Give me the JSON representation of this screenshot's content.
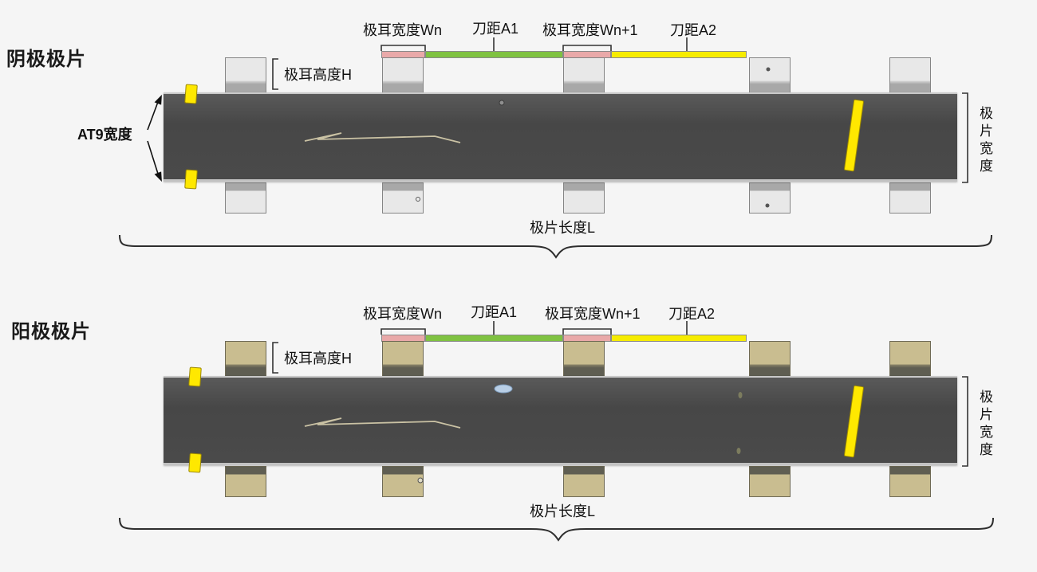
{
  "colors": {
    "background": "#f5f5f5",
    "electrode_strip": "#4a4a4a",
    "cathode_tab": "#e8e8e8",
    "cathode_tab_base": "#a8a8a8",
    "anode_tab": "#c9bd90",
    "anode_tab_base": "#5f5e52",
    "tab_width_bar": "#e9a9a9",
    "blade_pitch_a1_bar": "#7fc241",
    "blade_pitch_a2_bar": "#f6ec00",
    "defect_marker": "#ffe800"
  },
  "cathode": {
    "title": "阴极极片",
    "labels": {
      "tab_width_n": "极耳宽度Wn",
      "blade_pitch_a1": "刀距A1",
      "tab_width_n1": "极耳宽度Wn+1",
      "blade_pitch_a2": "刀距A2",
      "tab_height": "极耳高度H",
      "at9_width": "AT9宽度",
      "sheet_width": "极片宽度",
      "sheet_length": "极片长度L"
    }
  },
  "anode": {
    "title": "阳极极片",
    "labels": {
      "tab_width_n": "极耳宽度Wn",
      "blade_pitch_a1": "刀距A1",
      "tab_width_n1": "极耳宽度Wn+1",
      "blade_pitch_a2": "刀距A2",
      "tab_height": "极耳高度H",
      "sheet_width": "极片宽度",
      "sheet_length": "极片长度L"
    }
  }
}
